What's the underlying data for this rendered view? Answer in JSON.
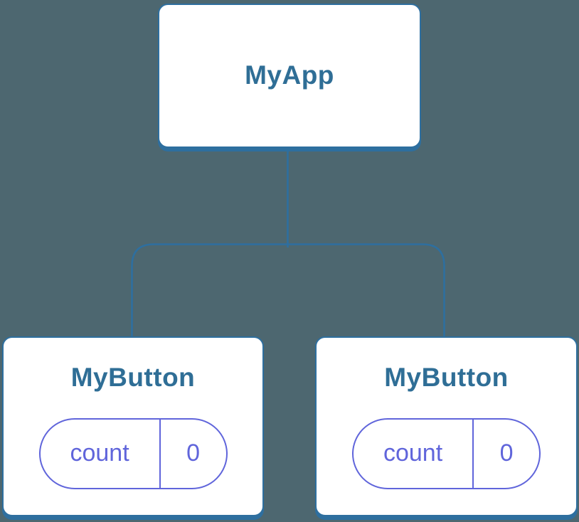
{
  "diagram": {
    "type": "component-tree",
    "colors": {
      "bg": "#4D6770",
      "line": "#2E6F9F",
      "title": "#2F6E96",
      "state": "#6065DB"
    },
    "root": {
      "title": "MyApp"
    },
    "children": [
      {
        "title": "MyButton",
        "state": {
          "label": "count",
          "value": "0"
        }
      },
      {
        "title": "MyButton",
        "state": {
          "label": "count",
          "value": "0"
        }
      }
    ]
  }
}
